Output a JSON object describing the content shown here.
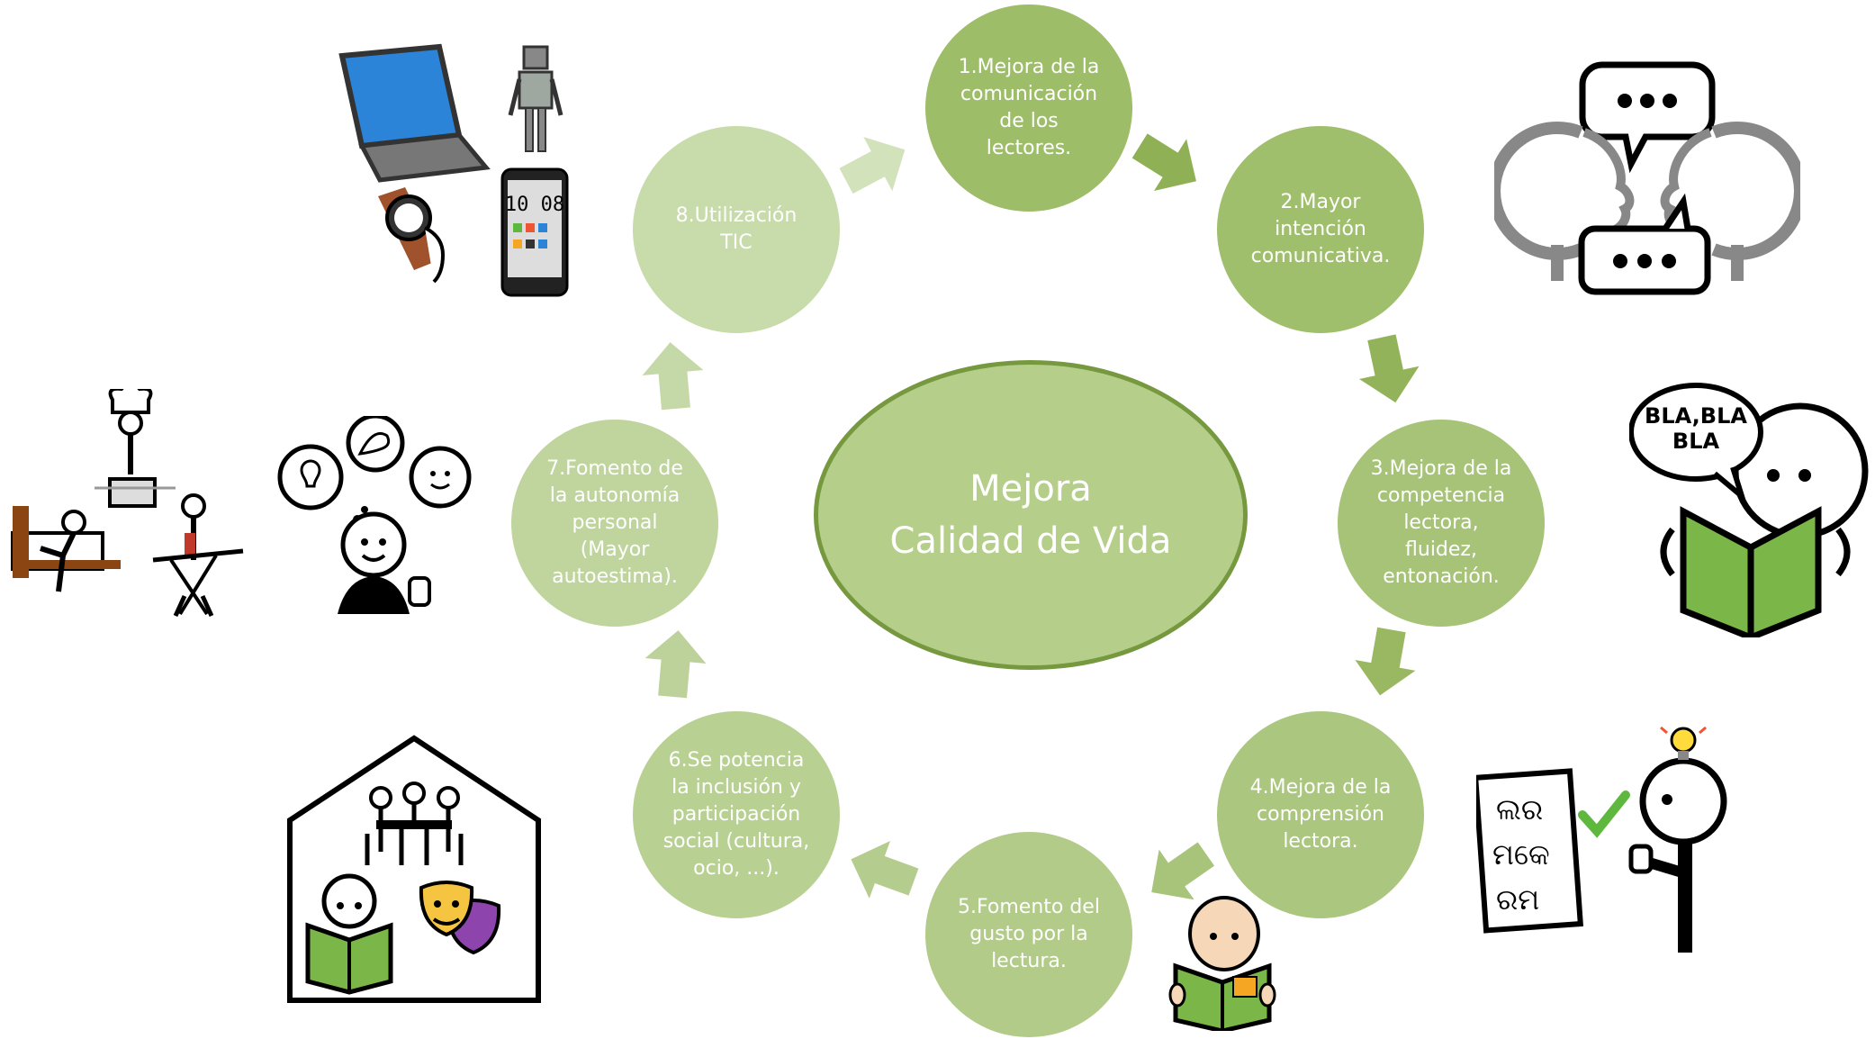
{
  "center": {
    "text": "Mejora\nCalidad de Vida"
  },
  "steps": [
    {
      "text": "1.Mejora de la\ncomunicación\nde los\nlectores.",
      "color": "#9dbd68"
    },
    {
      "text": "2.Mayor\nintención\ncomunicativa.",
      "color": "#a0bf6c"
    },
    {
      "text": "3.Mejora de la\ncompetencia\nlectora,\nfluidez,\nentonación.",
      "color": "#a6c377"
    },
    {
      "text": "4.Mejora de la\ncomprensión\nlectora.",
      "color": "#abc67e"
    },
    {
      "text": "5.Fomento del\ngusto por la\nlectura.",
      "color": "#b2cb88"
    },
    {
      "text": "6.Se potencia\nla inclusión y\nparticipación\nsocial (cultura,\nocio, ...).",
      "color": "#b9d093"
    },
    {
      "text": "7.Fomento de\nla autonomía\npersonal\n(Mayor\nautoestima).",
      "color": "#c0d59e"
    },
    {
      "text": "8.Utilización\nTIC",
      "color": "#c8dbaa"
    }
  ],
  "arrow_colors": [
    "#8fb054",
    "#93b35b",
    "#9ab862",
    "#a8c47a",
    "#b5cc8f",
    "#bcd29a",
    "#c5d9a8",
    "#d2e2bb"
  ],
  "pictograms": {
    "top_right": {
      "icon": "conversation-icon"
    },
    "right_middle": {
      "icon": "reading-aloud-icon",
      "bubble_text": "BLA,BLA\nBLA"
    },
    "right_bottom": {
      "icon": "eye-chart-reading-icon",
      "chart_text": [
        "ଲର",
        "ମକେ",
        "ରମ"
      ]
    },
    "bottom_reader": {
      "icon": "child-reading-icon"
    },
    "bottom_left": {
      "icon": "house-culture-icon"
    },
    "left_middle": {
      "icon": "self-esteem-icon"
    },
    "far_left": {
      "icon": "household-tasks-icon"
    },
    "top_left": {
      "icon": "technology-devices-icon",
      "phone_time": "10 08"
    }
  }
}
